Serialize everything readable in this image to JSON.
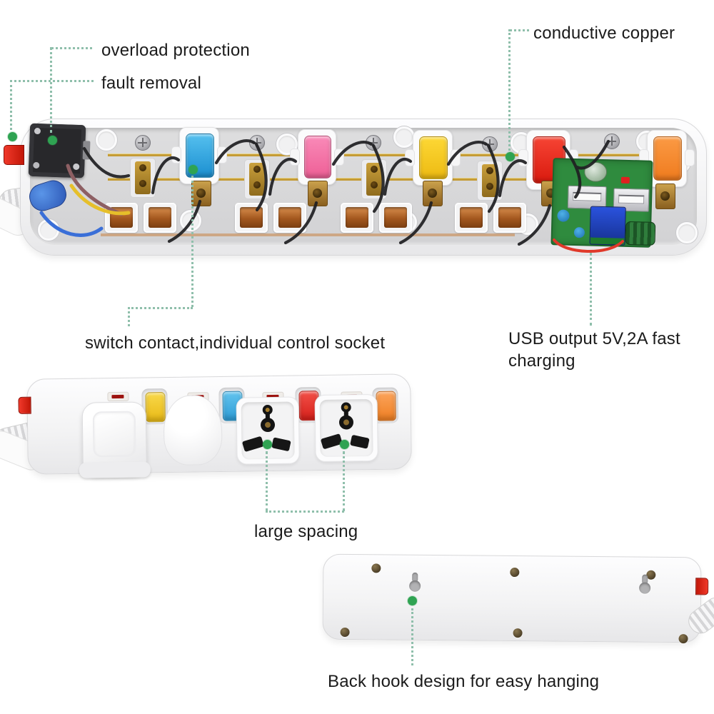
{
  "title": "power strip product feature diagram",
  "annotations": {
    "overload_protection": "overload protection",
    "fault_removal": "fault removal",
    "conductive_copper": "conductive copper",
    "switch_contact": "switch contact,individual control socket",
    "usb_output": "USB output 5V,2A fast charging",
    "large_spacing": "large spacing",
    "back_hook": "Back hook design for easy hanging"
  },
  "colors": {
    "background": "#ffffff",
    "label_text": "#1b1b1b",
    "leader_dotted": "#8fbfab",
    "marker_green": "#2fa352",
    "switch_blue": "#2aa7e8",
    "switch_pink": "#f272a8",
    "switch_yellow": "#f7cb1a",
    "switch_red": "#ee2b1c",
    "switch_orange": "#f68c32",
    "copper": "#b16a33",
    "brass_busbar": "#c9a23a",
    "pcb_green": "#2f8b3e",
    "case_white": "#f4f4f5"
  },
  "marker_targets": {
    "dot_a": "circuit-breaker",
    "dot_b": "reset-button",
    "dot_c": "copper-busbar",
    "dot_d": "blue-rocker-switch",
    "dot_f1": "universal-socket-left",
    "dot_f2": "universal-socket-right",
    "dot_g": "hanging-keyhole"
  }
}
